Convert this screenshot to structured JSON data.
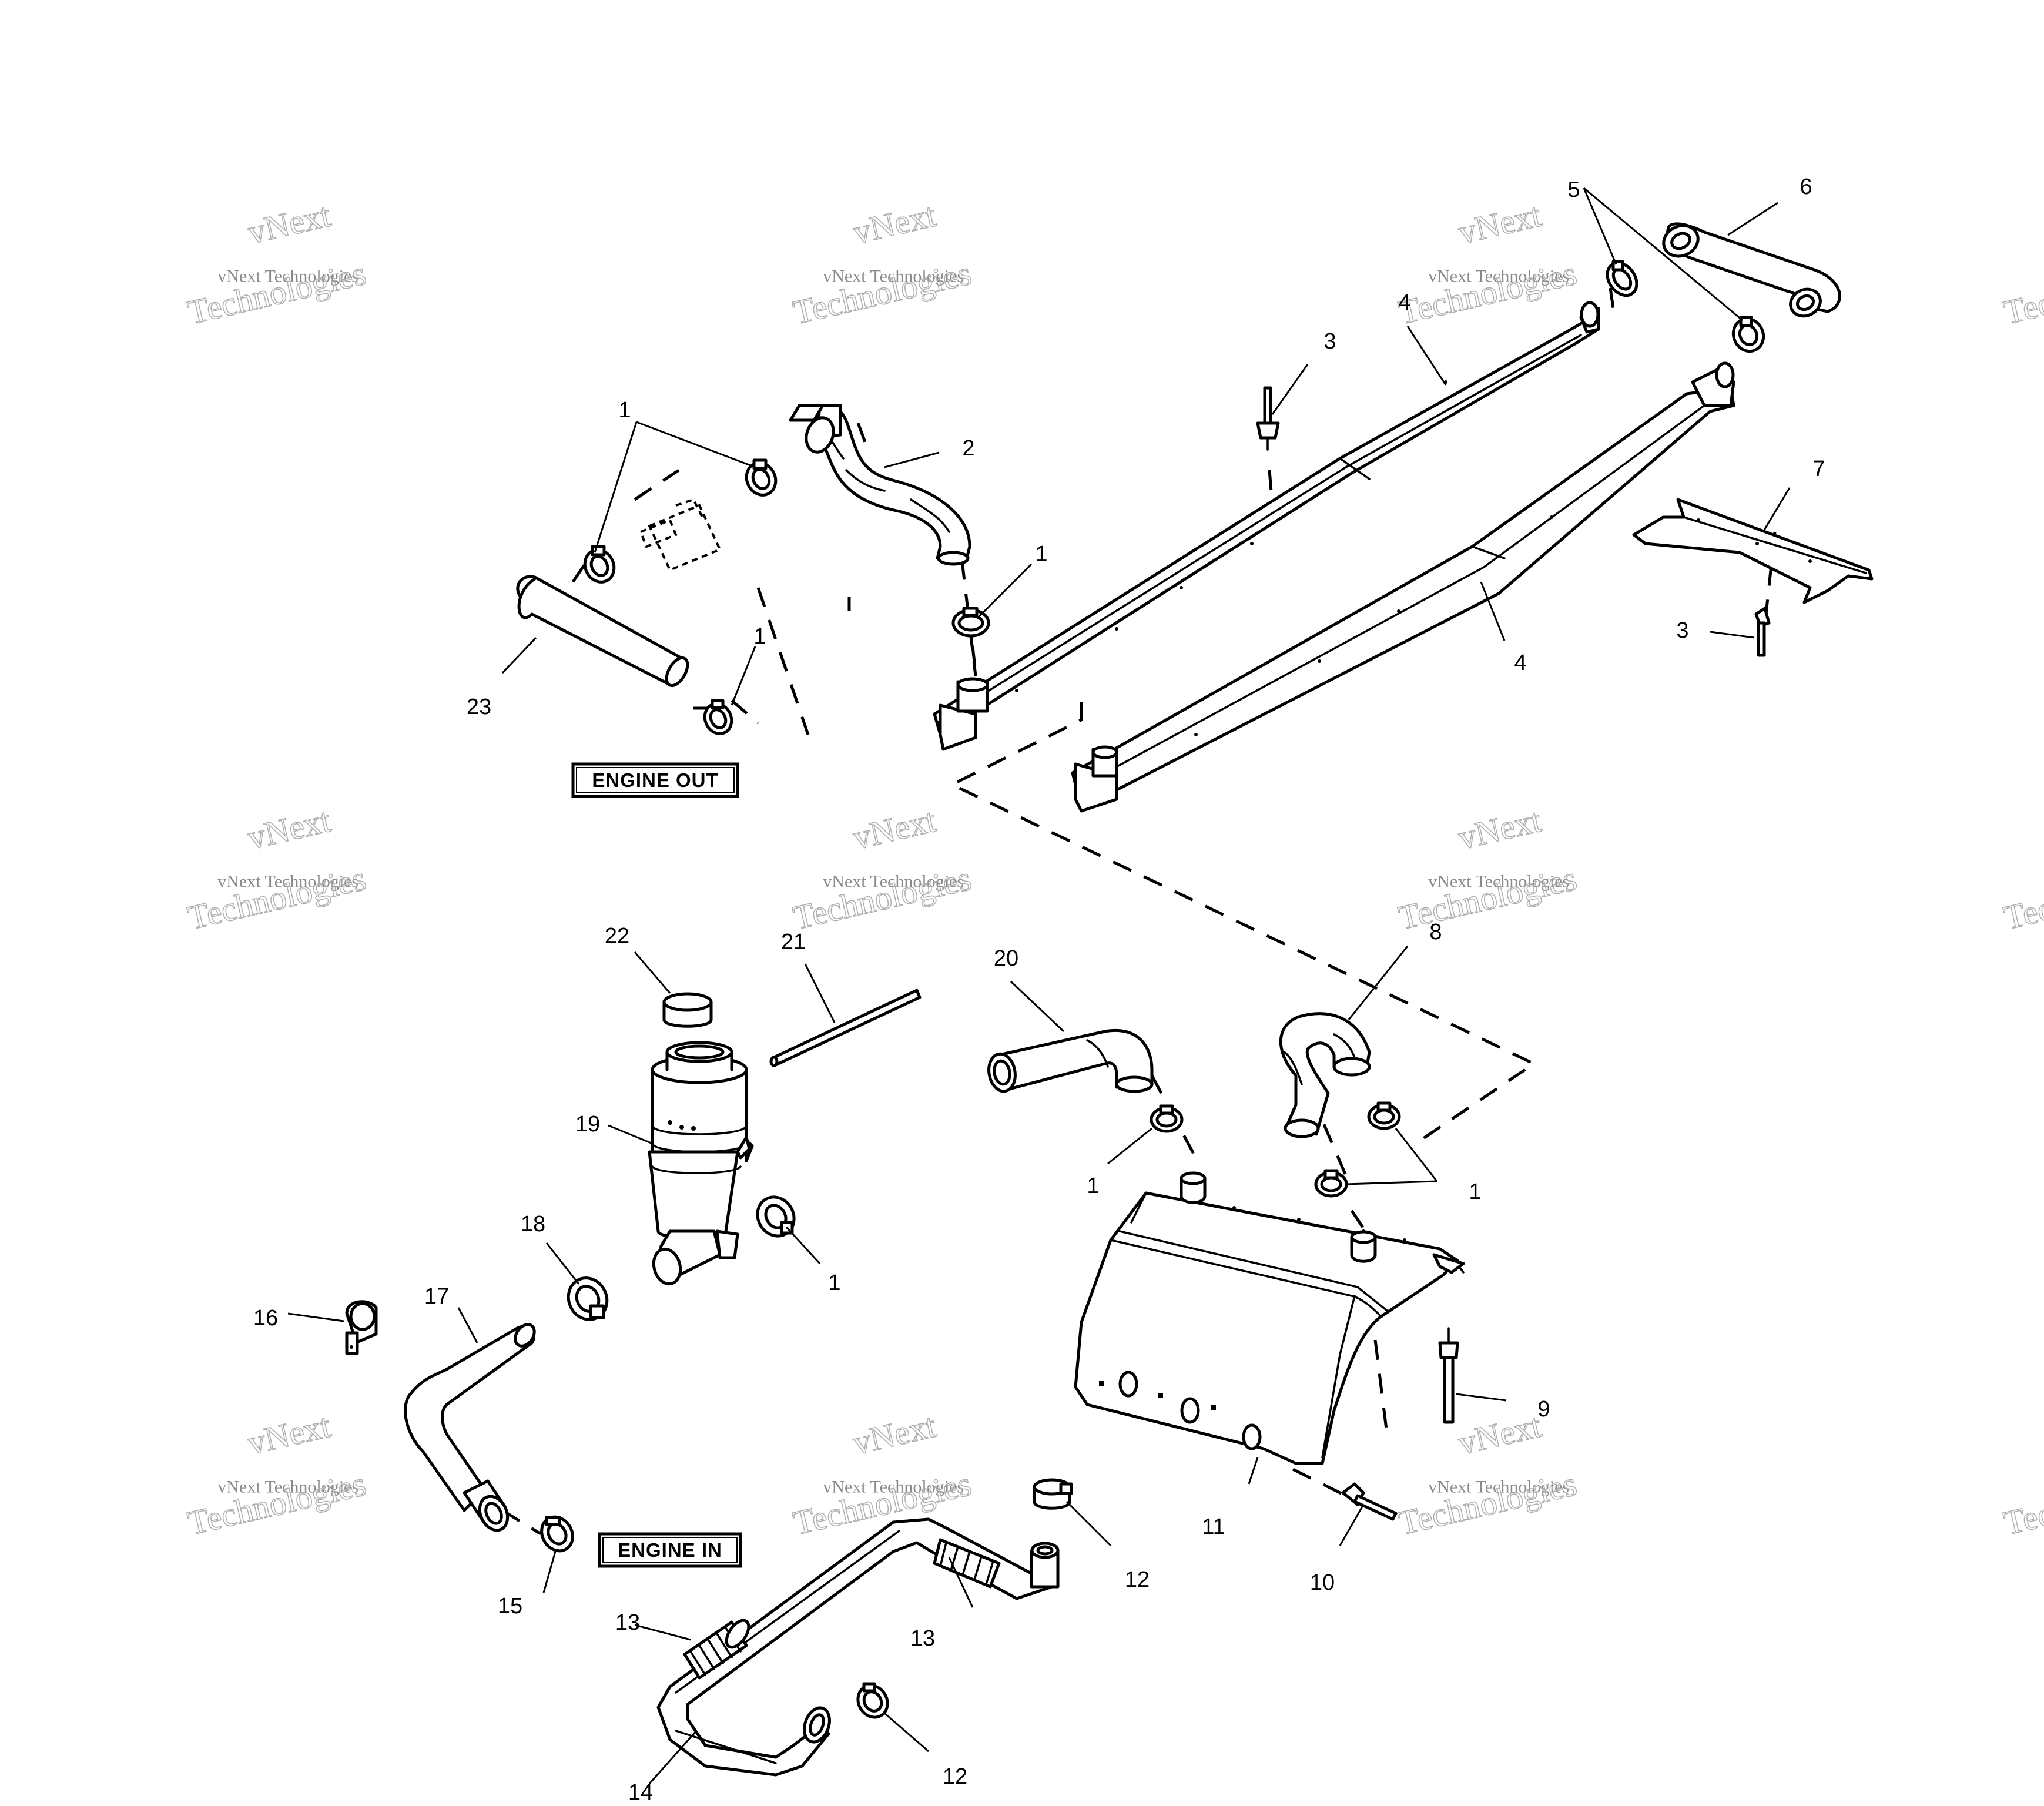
{
  "watermark": {
    "line1": "vNext",
    "line2": "vNext Technologies",
    "line3": "Technologies"
  },
  "labels": {
    "engine_out": "ENGINE OUT",
    "engine_in": "ENGINE IN"
  },
  "callouts": [
    "1",
    "2",
    "3",
    "4",
    "5",
    "6",
    "7",
    "8",
    "9",
    "10",
    "11",
    "12",
    "13",
    "14",
    "15",
    "16",
    "17",
    "18",
    "19",
    "20",
    "21",
    "22",
    "23"
  ]
}
